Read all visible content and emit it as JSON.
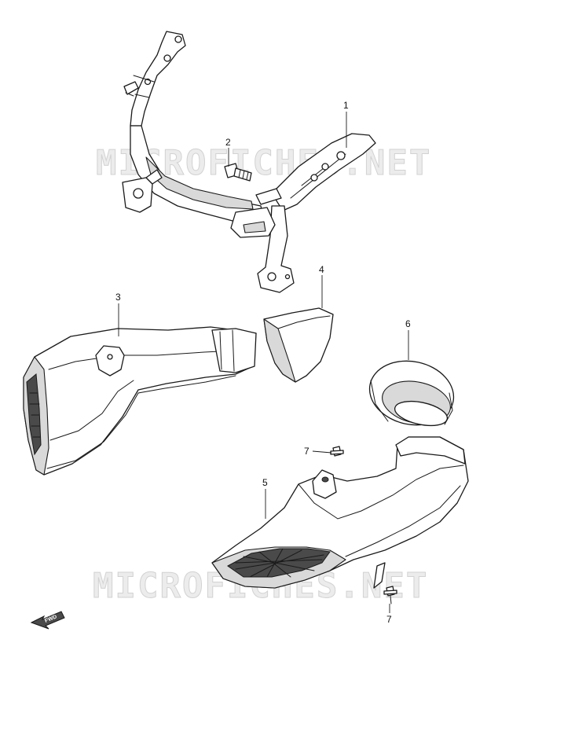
{
  "watermarks": [
    {
      "text": "MICROFICHES.NET"
    },
    {
      "text": "MICROFICHES.NET"
    }
  ],
  "callouts": {
    "bracket": "1",
    "bolt": "2",
    "left_duct": "3",
    "connector": "4",
    "right_duct": "5",
    "ring_seal": "6",
    "screw_upper": "7",
    "screw_lower": "7"
  },
  "fwd_label": "FWD",
  "colors": {
    "line": "#1a1a1a",
    "shade": "#d9d9d9",
    "watermark_fill": "#ececec"
  }
}
